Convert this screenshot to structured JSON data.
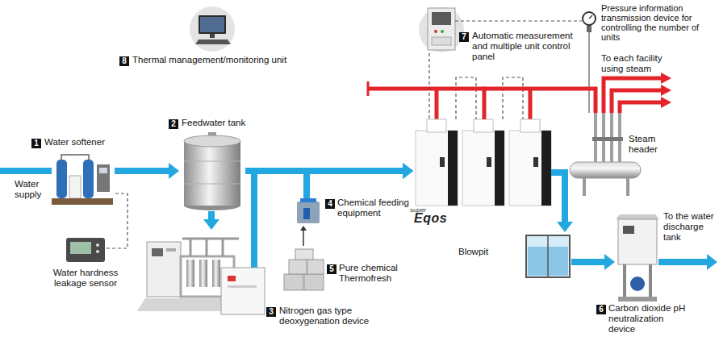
{
  "diagram": {
    "nodes": [
      {
        "text": [
          "8",
          "Thermal management/monitoring unit"
        ]
      },
      {
        "text": [
          "7",
          "Automatic measurement and multiple unit control panel"
        ]
      },
      {
        "text": [
          "1",
          "Water softener"
        ]
      },
      {
        "text": [
          "2",
          "Feedwater tank"
        ]
      },
      {
        "text": [
          "super",
          "Eqos"
        ]
      },
      {
        "text": [
          "Steam header"
        ]
      },
      {
        "text": [
          "4",
          "Chemical feeding equipment"
        ]
      },
      {
        "text": [
          "Water hardness leakage sensor"
        ]
      },
      {
        "text": [
          "Blowpit"
        ]
      },
      {
        "text": [
          "5",
          "Pure chemical Thermofresh"
        ]
      },
      {
        "text": [
          "3",
          "Nitrogen gas type deoxygenation device"
        ]
      },
      {
        "text": [
          "6",
          "Carbon dioxide pH neutralization device"
        ]
      }
    ],
    "edges": [
      {
        "from": 2,
        "to": 3,
        "arrow": "to"
      },
      {
        "from": 3,
        "to": 10,
        "arrow": "to"
      },
      {
        "from": 3,
        "to": 4,
        "arrow": "to"
      },
      {
        "from": 10,
        "to": 4,
        "arrow": "to"
      },
      {
        "from": 6,
        "to": 4,
        "arrow": "to"
      },
      {
        "from": 9,
        "to": 6,
        "arrow": "to"
      },
      {
        "from": 4,
        "to": 8,
        "arrow": "to"
      },
      {
        "from": 8,
        "to": 11,
        "arrow": "to"
      },
      {
        "from": 4,
        "to": 5,
        "arrow": "none"
      },
      {
        "from": 1,
        "to": 4,
        "arrow": "none"
      },
      {
        "from": 7,
        "to": 2,
        "arrow": "none"
      }
    ],
    "labels": [
      "Water supply",
      "Pressure information transmission device for controlling the number of units",
      "To each facility using steam",
      "To the water discharge tank"
    ]
  }
}
